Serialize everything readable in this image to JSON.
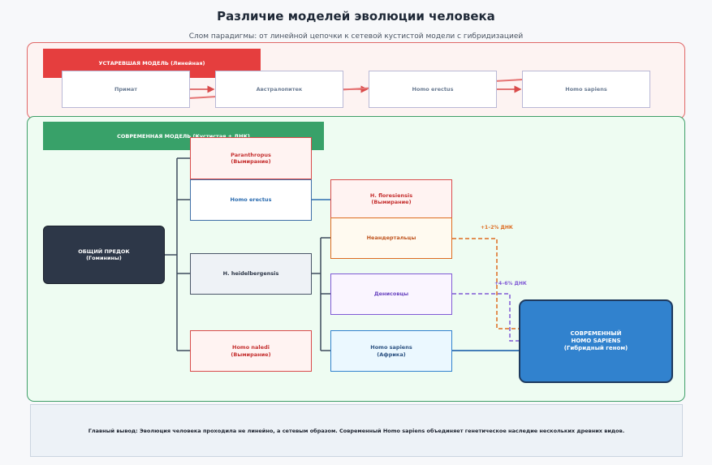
{
  "title": "Различие моделей эволюции человека",
  "subtitle": "Слом парадигмы: от линейной цепочки к сетевой кустистой модели с гибридизацией",
  "old_model": {
    "banner": "УСТАРЕВШАЯ МОДЕЛЬ (Линейная)",
    "steps": [
      "Примат",
      "Австралопитек",
      "Homo erectus",
      "Homo sapiens"
    ]
  },
  "new_model": {
    "banner": "СОВРЕМЕННАЯ МОДЕЛЬ (Кустистая + ДНК)",
    "ancestor": "ОБЩИЙ ПРЕДОК\n(Гоминины)",
    "paranthropus": "Paranthropus\n(Вымирание)",
    "erectus": "Homo erectus",
    "heidelbergensis": "H. heidelbergensis",
    "naledi": "Homo naledi\n(Вымирание)",
    "floresiensis": "H. floresiensis\n(Вымирание)",
    "neanderthals": "Неандертальцы",
    "denisovans": "Денисовцы",
    "sapiens_africa": "Homo sapiens\n(Африка)",
    "modern": "СОВРЕМЕННЫЙ\nHOMO SAPIENS\n(Гибридный геном)",
    "dna_neanderthal": "+1–2% ДНК",
    "dna_denisovan": "+4–6% ДНК"
  },
  "conclusion": "Главный вывод: Эволюция человека проходила не линейно, а сетевым образом. Современный Homo sapiens объединяет генетическое наследие нескольких древних видов.",
  "colors": {
    "old_accent": "#e53e3e",
    "new_accent": "#38a169",
    "neanderthal_line": "#dd6b20",
    "denisovan_line": "#805ad5",
    "sapiens_line": "#2b6cb0"
  }
}
